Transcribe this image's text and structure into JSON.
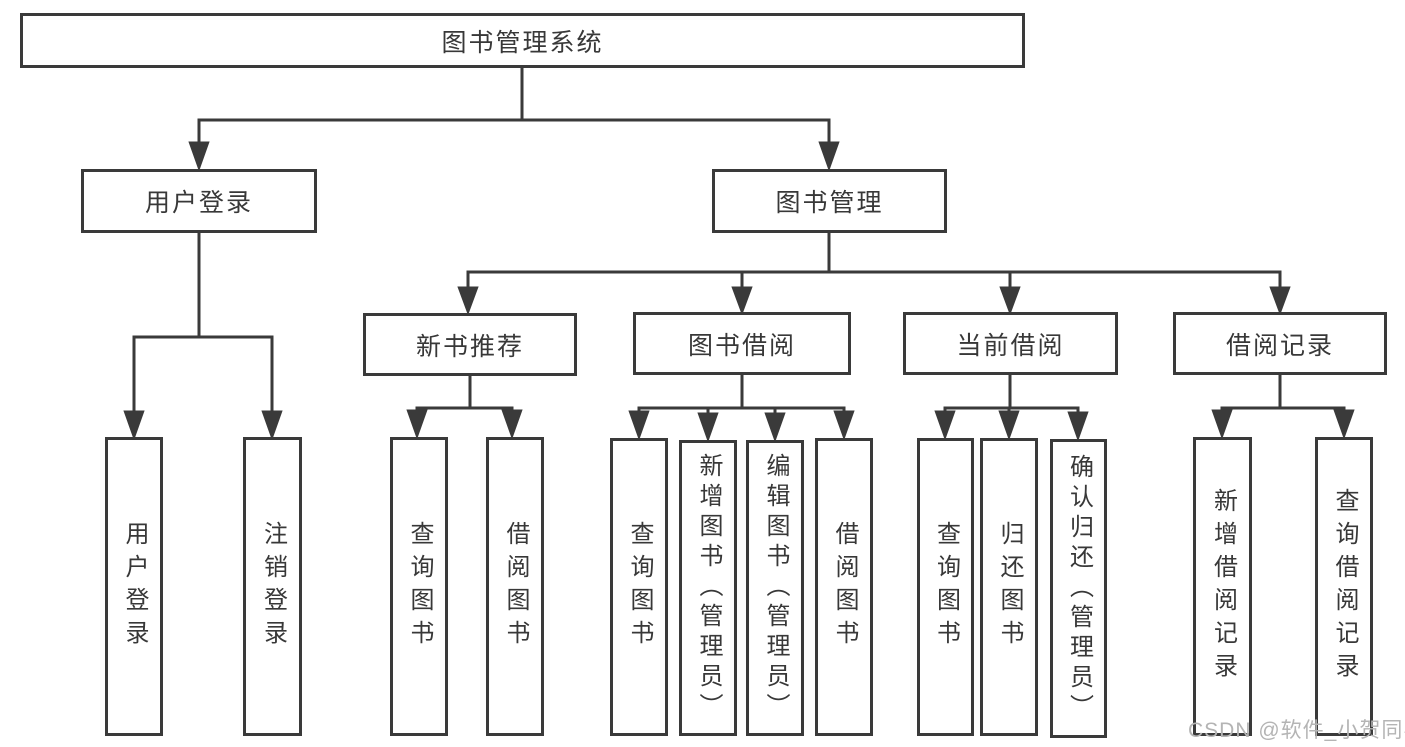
{
  "diagram": {
    "title": "图书管理系统",
    "branches": [
      {
        "label": "用户登录",
        "children": [
          {
            "label": "用户登录"
          },
          {
            "label": "注销登录"
          }
        ]
      },
      {
        "label": "图书管理",
        "children": [
          {
            "label": "新书推荐",
            "children": [
              {
                "label": "查询图书"
              },
              {
                "label": "借阅图书"
              }
            ]
          },
          {
            "label": "图书借阅",
            "children": [
              {
                "label": "查询图书"
              },
              {
                "label": "新增图书（管理员）"
              },
              {
                "label": "编辑图书（管理员）"
              },
              {
                "label": "借阅图书"
              }
            ]
          },
          {
            "label": "当前借阅",
            "children": [
              {
                "label": "查询图书"
              },
              {
                "label": "归还图书"
              },
              {
                "label": "确认归还（管理员）"
              }
            ]
          },
          {
            "label": "借阅记录",
            "children": [
              {
                "label": "新增借阅记录"
              },
              {
                "label": "查询借阅记录"
              }
            ]
          }
        ]
      }
    ]
  },
  "watermark": {
    "text": "CSDN @软件_小贺同学"
  },
  "colors": {
    "line": "#3a3a3a",
    "text": "#383838",
    "watermark": "#b4b4b4",
    "background": "#ffffff"
  }
}
